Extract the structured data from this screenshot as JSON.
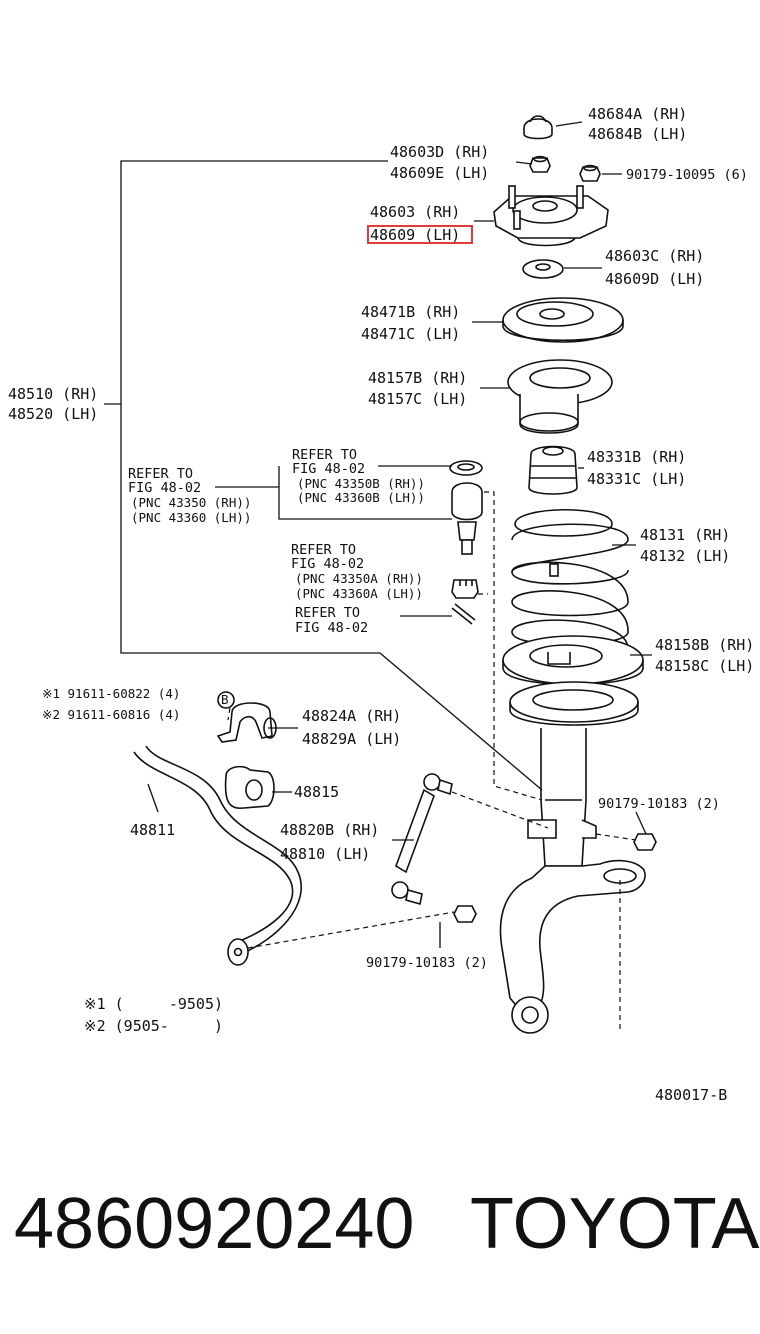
{
  "highlight": {
    "part": "48609 (LH)",
    "color": "#e02424"
  },
  "labels": {
    "l48684": [
      "48684A (RH)",
      "48684B (LH)"
    ],
    "l48603d": [
      "48603D (RH)",
      "48609E (LH)"
    ],
    "l90179a": "90179-10095 (6)",
    "l48603": [
      "48603 (RH)",
      "48609 (LH)"
    ],
    "l48603c": [
      "48603C (RH)",
      "48609D (LH)"
    ],
    "l48471": [
      "48471B (RH)",
      "48471C (LH)"
    ],
    "l48510": [
      "48510 (RH)",
      "48520 (LH)"
    ],
    "l48157": [
      "48157B (RH)",
      "48157C (LH)"
    ],
    "ref1": [
      "REFER TO",
      "FIG 48-02",
      "(PNC 43350B (RH))",
      "(PNC 43360B (LH))"
    ],
    "l48331": [
      "48331B (RH)",
      "48331C (LH)"
    ],
    "ref2": [
      "REFER TO",
      "FIG 48-02",
      "(PNC 43350 (RH))",
      "(PNC 43360 (LH))"
    ],
    "l48131": [
      "48131 (RH)",
      "48132 (LH)"
    ],
    "ref3": [
      "REFER TO",
      "FIG 48-02",
      "(PNC 43350A (RH))",
      "(PNC 43360A (LH))"
    ],
    "ref4": [
      "REFER TO",
      "FIG 48-02"
    ],
    "l48158": [
      "48158B (RH)",
      "48158C (LH)"
    ],
    "l91611": [
      "※1 91611-60822 (4)",
      "※2 91611-60816 (4)"
    ],
    "l48824": [
      "48824A (RH)",
      "48829A (LH)"
    ],
    "l48815": "48815",
    "l48811": "48811",
    "l90179b": "90179-10183 (2)",
    "l48820": [
      "48820B (RH)",
      "48810  (LH)"
    ],
    "l90179c": "90179-10183 (2)",
    "notes": [
      "※1 (     -9505)",
      "※2 (9505-     )"
    ],
    "fig_id": "480017-B",
    "bolt_letter": "B"
  },
  "footer": {
    "part_number": "4860920240",
    "brand": "TOYOTA"
  }
}
